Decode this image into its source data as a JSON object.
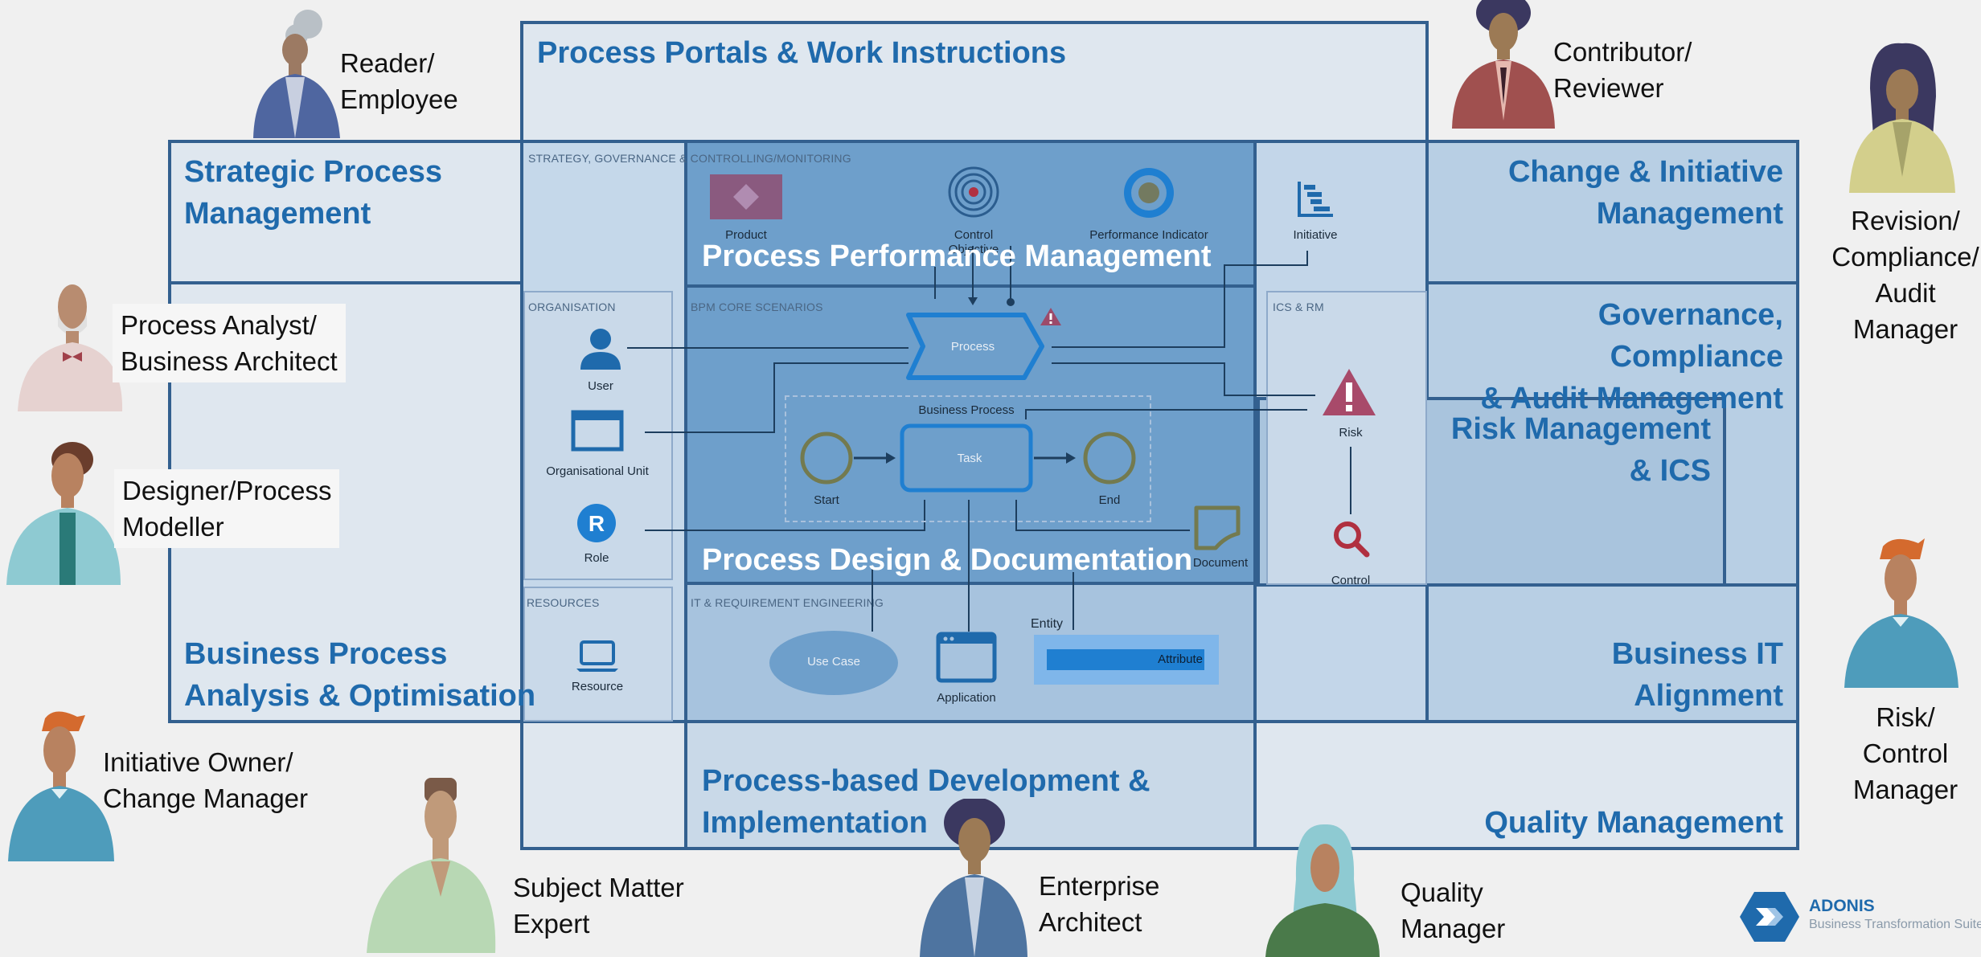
{
  "colors": {
    "title_blue": "#1f6aac",
    "border_blue": "#33608f",
    "panel_light": "#dfe7ef",
    "panel_mid": "#b8cfe4",
    "core_blue": "#6e9fcb",
    "object_blue": "#1f7fd1"
  },
  "areas": {
    "portals": "Process Portals & Work Instructions",
    "strategic": [
      "Strategic Process",
      "Management"
    ],
    "performance": "Process Performance Management",
    "change": [
      "Change & Initiative",
      "Management"
    ],
    "governance": [
      "Governance, Compliance",
      "& Audit Management"
    ],
    "risk": [
      "Risk Management",
      "& ICS"
    ],
    "design": "Process Design & Documentation",
    "analysis": [
      "Business Process",
      "Analysis & Optimisation"
    ],
    "business_it": [
      "Business IT",
      "Alignment"
    ],
    "development": [
      "Process-based Development &",
      "Implementation"
    ],
    "quality": "Quality Management"
  },
  "sections": {
    "strategy": "STRATEGY, GOVERNANCE & CONTROLLING/MONITORING",
    "organisation": "ORGANISATION",
    "bpm_core": "BPM CORE SCENARIOS",
    "ics_rm": "ICS & RM",
    "resources": "RESOURCES",
    "it_req": "IT & REQUIREMENT ENGINEERING"
  },
  "objects": {
    "product": "Product",
    "control_objective": "Control Objective",
    "performance_indicator": "Performance Indicator",
    "initiative": "Initiative",
    "process": "Process",
    "user": "User",
    "org_unit": "Organisational Unit",
    "role": "Role",
    "business_process": "Business Process",
    "start": "Start",
    "task": "Task",
    "end": "End",
    "document": "Document",
    "risk": "Risk",
    "control": "Control",
    "resource": "Resource",
    "use_case": "Use Case",
    "application": "Application",
    "entity": "Entity",
    "attribute": "Attribute",
    "role_icon_letter": "R"
  },
  "roles": {
    "reader": [
      "Reader/",
      "Employee"
    ],
    "contributor": [
      "Contributor/",
      "Reviewer"
    ],
    "revision": [
      "Revision/",
      "Compliance/",
      "Audit",
      "Manager"
    ],
    "analyst": [
      "Process Analyst/",
      "Business Architect"
    ],
    "designer": [
      "Designer/Process",
      "Modeller"
    ],
    "initiative_owner": [
      "Initiative Owner/",
      "Change Manager"
    ],
    "sme": [
      "Subject Matter",
      "Expert"
    ],
    "ea": [
      "Enterprise",
      "Architect"
    ],
    "quality_mgr": [
      "Quality",
      "Manager"
    ],
    "risk_mgr": [
      "Risk/",
      "Control",
      "Manager"
    ]
  },
  "logo": {
    "name": "ADONIS",
    "tagline": "Business Transformation Suite"
  }
}
